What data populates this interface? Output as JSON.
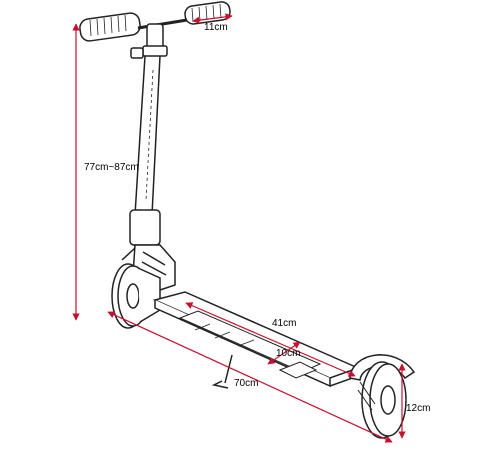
{
  "colors": {
    "dimension": "#c8102e",
    "outline": "#222222"
  },
  "dimensions": {
    "handlebar_width": "11cm",
    "height": "77cm~87cm",
    "deck_length": "41cm",
    "deck_width": "10cm",
    "total_length": "70cm",
    "wheel_diameter": "12cm"
  }
}
